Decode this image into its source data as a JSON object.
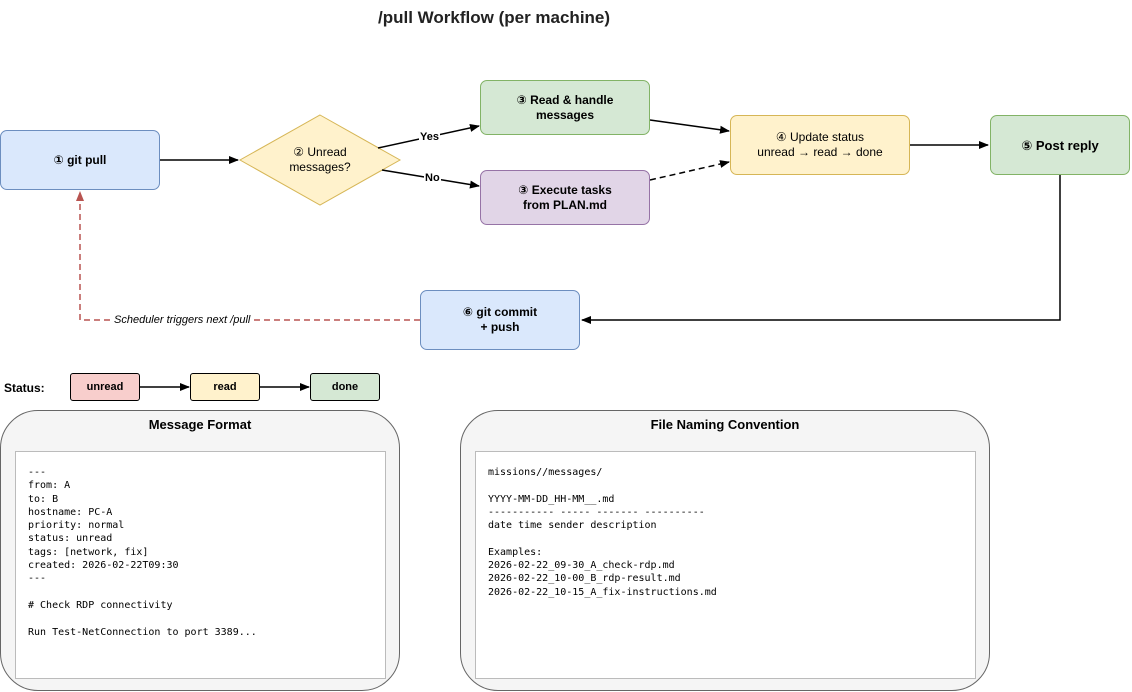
{
  "title": "/pull Workflow (per machine)",
  "nodes": {
    "git_pull": "① git pull",
    "unread_messages": "② Unread\nmessages?",
    "read_handle": "③ Read & handle\nmessages",
    "execute_tasks": "③ Execute tasks\nfrom PLAN.md",
    "update_status": "④ Update status\nunread → read → done",
    "post_reply": "⑤ Post reply",
    "git_commit": "⑥ git commit\n+ push"
  },
  "edge_labels": {
    "yes": "Yes",
    "no": "No",
    "loop": "Scheduler triggers next /pull"
  },
  "status_legend": {
    "label": "Status:",
    "unread": "unread",
    "read": "read",
    "done": "done"
  },
  "message_format": {
    "title": "Message Format",
    "body": "---\nfrom: A\nto: B\nhostname: PC-A\npriority: normal\nstatus: unread\ntags: [network, fix]\ncreated: 2026-02-22T09:30\n---\n\n# Check RDP connectivity\n\nRun Test-NetConnection to port 3389..."
  },
  "file_naming": {
    "title": "File Naming Convention",
    "body": "missions//messages/\n\nYYYY-MM-DD_HH-MM__.md\n----------- ----- ------- ----------\ndate time sender description\n\nExamples:\n2026-02-22_09-30_A_check-rdp.md\n2026-02-22_10-00_B_rdp-result.md\n2026-02-22_10-15_A_fix-instructions.md"
  },
  "colors": {
    "blue_fill": "#dae8fc",
    "green_fill": "#d5e8d4",
    "purple_fill": "#e1d5e7",
    "yellow_fill": "#fff2cc",
    "red_fill": "#f8cecc",
    "loop_edge": "#b85450"
  }
}
